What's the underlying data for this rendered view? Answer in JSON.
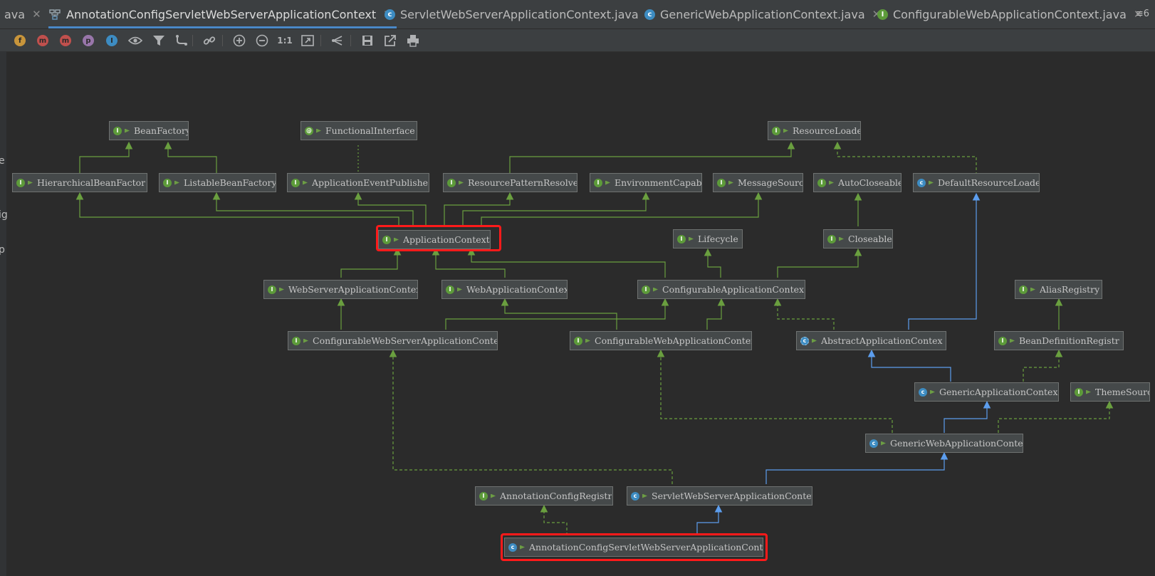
{
  "tabs": [
    {
      "label": "ava",
      "icon": "none",
      "active": false
    },
    {
      "label": "AnnotationConfigServletWebServerApplicationContext",
      "icon": "diagram",
      "active": true
    },
    {
      "label": "ServletWebServerApplicationContext.java",
      "icon": "class",
      "active": false
    },
    {
      "label": "GenericWebApplicationContext.java",
      "icon": "class",
      "active": false
    },
    {
      "label": "ConfigurableWebApplicationContext.java",
      "icon": "interface",
      "active": false
    }
  ],
  "tab_overflow": "≡6",
  "toolbar": {
    "items": [
      {
        "name": "fields-filter-icon",
        "glyph": "f",
        "color": "#c8953b"
      },
      {
        "name": "constructors-filter-icon",
        "glyph": "m",
        "color": "#c0504d"
      },
      {
        "name": "methods-filter-icon",
        "glyph": "m",
        "color": "#c0504d"
      },
      {
        "name": "properties-filter-icon",
        "glyph": "p",
        "color": "#9876aa"
      },
      {
        "name": "inner-classes-filter-icon",
        "glyph": "I",
        "color": "#3d8cc2"
      },
      {
        "name": "visibility-eye-icon",
        "glyph": "👁"
      },
      {
        "name": "filter-icon",
        "glyph": "⏷"
      },
      {
        "name": "route-edges-icon",
        "glyph": "⤷"
      },
      {
        "name": "link-icon",
        "glyph": "🔗"
      },
      {
        "name": "zoom-in-icon",
        "glyph": "⊕"
      },
      {
        "name": "zoom-out-icon",
        "glyph": "⊖"
      },
      {
        "name": "actual-size-icon",
        "glyph": "1:1"
      },
      {
        "name": "fit-content-icon",
        "glyph": "▣"
      },
      {
        "name": "layout-icon",
        "glyph": "⋖"
      },
      {
        "name": "save-icon",
        "glyph": "💾"
      },
      {
        "name": "export-icon",
        "glyph": "↗"
      },
      {
        "name": "print-icon",
        "glyph": "🖶"
      }
    ]
  },
  "gutter_fragments": [
    "e",
    "ig",
    "p"
  ],
  "diagram": {
    "nodes": [
      {
        "id": "BeanFactory",
        "label": "BeanFactory",
        "kind": "interface"
      },
      {
        "id": "FunctionalInterface",
        "label": "FunctionalInterface",
        "kind": "annotation"
      },
      {
        "id": "ResourceLoader",
        "label": "ResourceLoader",
        "kind": "interface"
      },
      {
        "id": "HierarchicalBeanFactory",
        "label": "HierarchicalBeanFactor",
        "kind": "interface"
      },
      {
        "id": "ListableBeanFactory",
        "label": "ListableBeanFactory",
        "kind": "interface"
      },
      {
        "id": "ApplicationEventPublisher",
        "label": "ApplicationEventPublishe",
        "kind": "interface"
      },
      {
        "id": "ResourcePatternResolver",
        "label": "ResourcePatternResolve",
        "kind": "interface"
      },
      {
        "id": "EnvironmentCapable",
        "label": "EnvironmentCapable",
        "kind": "interface"
      },
      {
        "id": "MessageSource",
        "label": "MessageSource",
        "kind": "interface"
      },
      {
        "id": "AutoCloseable",
        "label": "AutoCloseable",
        "kind": "interface"
      },
      {
        "id": "DefaultResourceLoader",
        "label": "DefaultResourceLoade:",
        "kind": "class"
      },
      {
        "id": "ApplicationContext",
        "label": "ApplicationContext",
        "kind": "interface"
      },
      {
        "id": "Lifecycle",
        "label": "Lifecycle",
        "kind": "interface"
      },
      {
        "id": "Closeable",
        "label": "Closeable",
        "kind": "interface"
      },
      {
        "id": "WebServerApplicationContext",
        "label": "WebServerApplicationContex",
        "kind": "interface"
      },
      {
        "id": "WebApplicationContext",
        "label": "WebApplicationContext",
        "kind": "interface"
      },
      {
        "id": "ConfigurableApplicationContext",
        "label": "ConfigurableApplicationContex",
        "kind": "interface"
      },
      {
        "id": "AliasRegistry",
        "label": "AliasRegistry",
        "kind": "interface"
      },
      {
        "id": "ConfigurableWebServerApplicationContext",
        "label": "ConfigurableWebServerApplicationContex",
        "kind": "interface"
      },
      {
        "id": "ConfigurableWebApplicationContext",
        "label": "ConfigurableWebApplicationContex",
        "kind": "interface"
      },
      {
        "id": "AbstractApplicationContext",
        "label": "AbstractApplicationContex",
        "kind": "abstract-class"
      },
      {
        "id": "BeanDefinitionRegistry",
        "label": "BeanDefinitionRegistr",
        "kind": "interface"
      },
      {
        "id": "GenericApplicationContext",
        "label": "GenericApplicationContex",
        "kind": "class"
      },
      {
        "id": "ThemeSource",
        "label": "ThemeSource",
        "kind": "interface"
      },
      {
        "id": "GenericWebApplicationContext",
        "label": "GenericWebApplicationContex",
        "kind": "class"
      },
      {
        "id": "AnnotationConfigRegistry",
        "label": "AnnotationConfigRegistr",
        "kind": "interface"
      },
      {
        "id": "ServletWebServerApplicationContext",
        "label": "ServletWebServerApplicationContex",
        "kind": "class"
      },
      {
        "id": "AnnotationConfigServletWebServerApplicationContext",
        "label": "AnnotationConfigServletWebServerApplicationConte",
        "kind": "class"
      }
    ],
    "highlighted": [
      "ApplicationContext",
      "AnnotationConfigServletWebServerApplicationContext"
    ],
    "colors": {
      "interface_extends": "#6a9f3f",
      "class_extends": "#5c9ded",
      "implements": "#6a9f3f",
      "highlight": "#ff1a1a"
    }
  }
}
